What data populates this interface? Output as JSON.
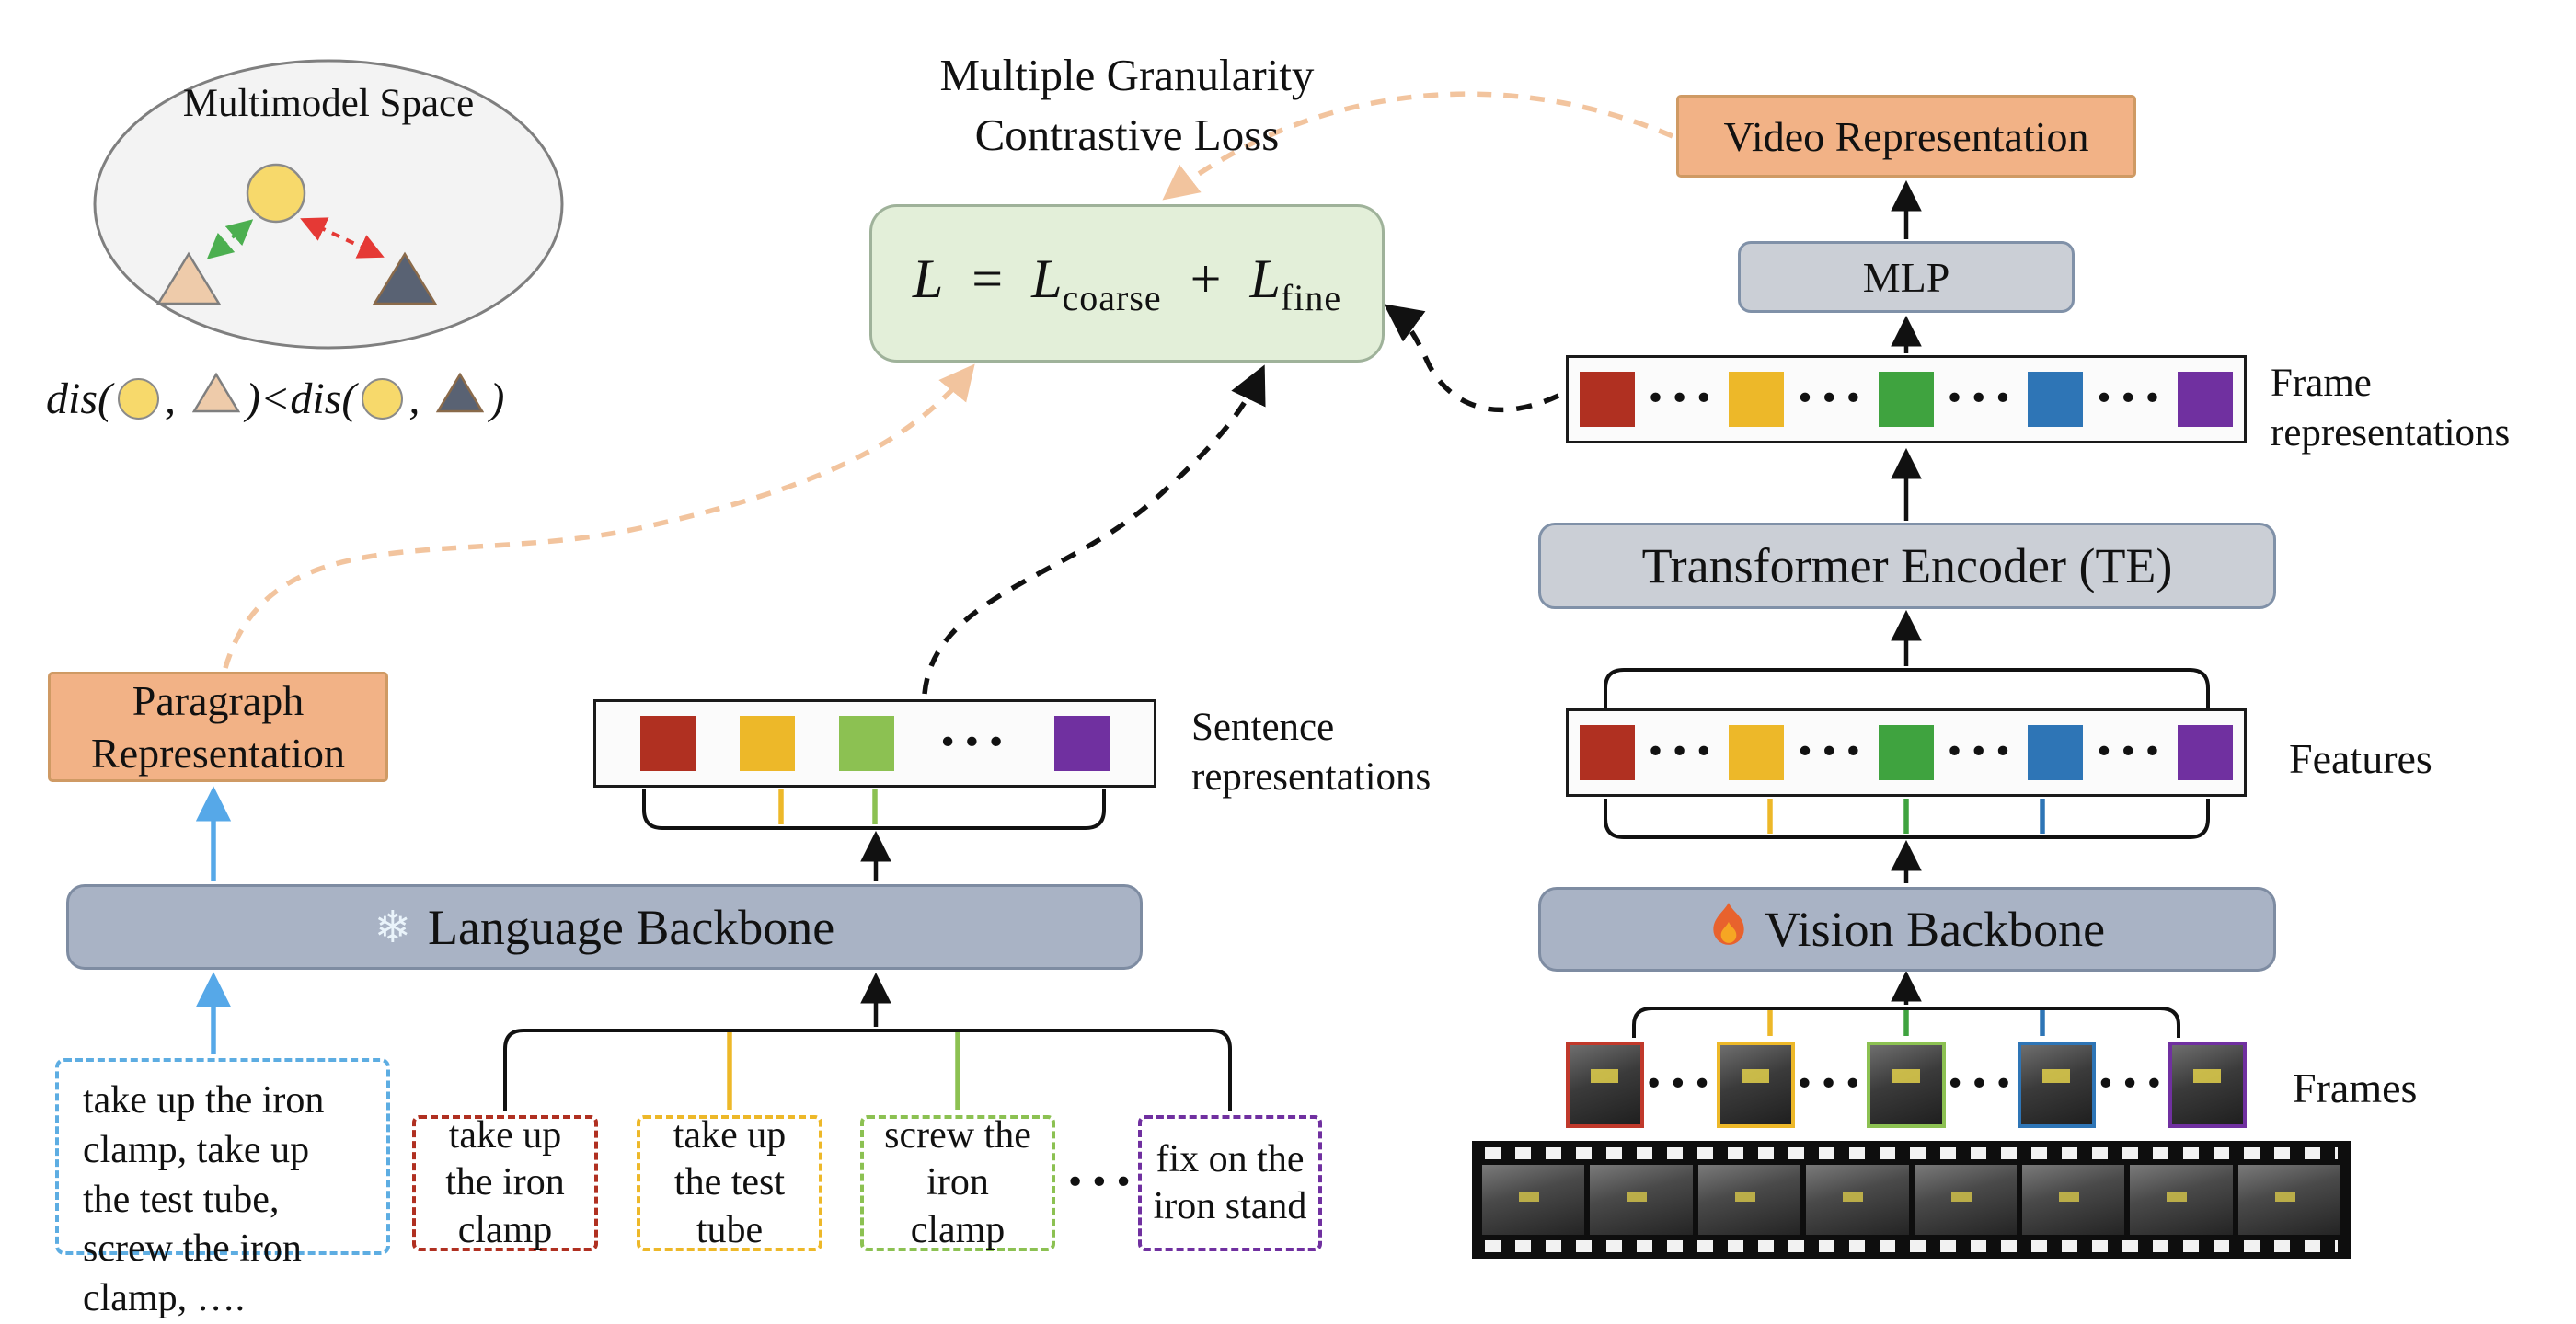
{
  "palette": {
    "red": "#b03021",
    "yellow": "#edb829",
    "green": "#3fa33f",
    "green_light": "#8cc152",
    "blue": "#2e75b6",
    "purple": "#7030a0",
    "peach_arrow": "#f2c49e",
    "blue_arrow": "#56a8e8",
    "green_arrow": "#4caf50",
    "red_arrow": "#e53935"
  },
  "multimodal": {
    "title": "Multimodel Space",
    "dis1": "dis(",
    "comma1": ", ",
    "close1": ")",
    "lt": "<",
    "dis2": "dis(",
    "comma2": ", ",
    "close2": ")"
  },
  "loss": {
    "title_line1": "Multiple Granularity",
    "title_line2": "Contrastive Loss",
    "formula": {
      "L1": "L",
      "eq": "=",
      "L2": "L",
      "sub_coarse": "coarse",
      "plus": "+",
      "L3": "L",
      "sub_fine": "fine"
    }
  },
  "right": {
    "video_representation": "Video Representation",
    "mlp": "MLP",
    "frame_reps_label": "Frame representations",
    "te": "Transformer Encoder (TE)",
    "features_label": "Features",
    "vision_backbone": "Vision Backbone",
    "frames_label": "Frames"
  },
  "left": {
    "paragraph_representation": "Paragraph Representation",
    "sentence_reps_label": "Sentence representations",
    "language_backbone": "Language Backbone",
    "paragraph_text": "take up the iron clamp, take up the test tube, screw the iron clamp, ….",
    "sentences": [
      {
        "text": "take up the iron clamp",
        "color": "#b03021"
      },
      {
        "text": "take up the test tube",
        "color": "#edb829"
      },
      {
        "text": "screw the iron clamp",
        "color": "#8cc152"
      },
      {
        "text": "fix on the iron stand",
        "color": "#7030a0"
      }
    ]
  },
  "frames": {
    "border_colors": [
      "#c0392b",
      "#edb829",
      "#8cc152",
      "#2e75b6",
      "#7030a0"
    ]
  },
  "icons": {
    "snowflake": "❄"
  },
  "dots": "•••"
}
